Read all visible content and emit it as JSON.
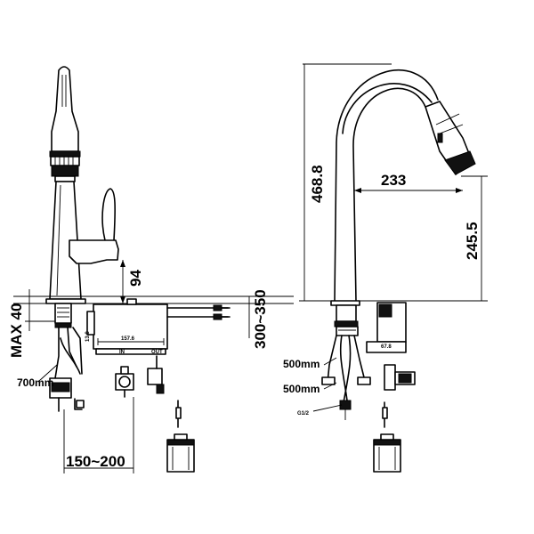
{
  "dimensions": {
    "left_view": {
      "max_height": "MAX 40",
      "hose_length": "700mm",
      "spout_clearance": "94",
      "box_clearance": "300~350",
      "box_width": "157.6",
      "box_height": "13.8",
      "port_in": "IN",
      "port_out": "OUT",
      "bottom_range": "150~200"
    },
    "right_view": {
      "height": "468.8",
      "reach": "233",
      "spout_height": "245.5",
      "hose_1": "500mm",
      "hose_2": "500mm",
      "thread": "G1/2",
      "sensor": "67.8"
    }
  }
}
